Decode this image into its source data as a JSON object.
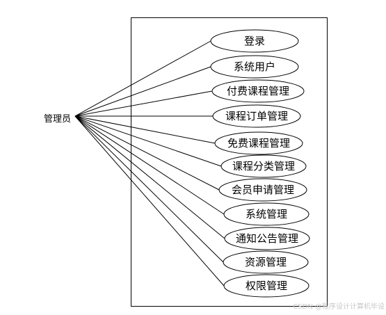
{
  "actor": {
    "label": "管理员"
  },
  "use_cases": [
    {
      "label": "登录"
    },
    {
      "label": "系统用户"
    },
    {
      "label": "付费课程管理"
    },
    {
      "label": "课程订单管理"
    },
    {
      "label": "免费课程管理"
    },
    {
      "label": "课程分类管理"
    },
    {
      "label": "会员申请管理"
    },
    {
      "label": "系统管理"
    },
    {
      "label": "通知公告管理"
    },
    {
      "label": "资源管理"
    },
    {
      "label": "权限管理"
    }
  ],
  "watermark": "CSDN @程序设计计算机毕设"
}
